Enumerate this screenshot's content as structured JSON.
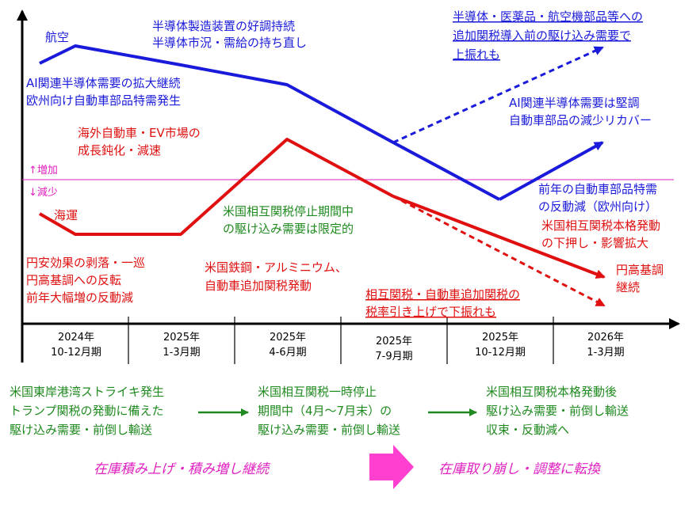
{
  "colors": {
    "air": "#1a1adb",
    "sea": "#e01010",
    "notes": "#1f8a1f",
    "trend": "#e020c0",
    "axis": "#000000"
  },
  "axis": {
    "periods": [
      [
        "2024年",
        "10-12月期"
      ],
      [
        "2025年",
        "1-3月期"
      ],
      [
        "2025年",
        "4-6月期"
      ],
      [
        "2025年",
        "7-9月期"
      ],
      [
        "2025年",
        "10-12月期"
      ],
      [
        "2026年",
        "1-3月期"
      ]
    ],
    "increase_label": "↑増加",
    "decrease_label": "↓減少"
  },
  "series": {
    "air_label": "航空",
    "sea_label": "海運"
  },
  "annotations": {
    "blue_semicon": [
      "半導体製造装置の好調持続",
      "半導体市況・需給の持ち直し"
    ],
    "blue_ai": [
      "AI関連半導体需要の拡大継続",
      "欧州向け自動車部品特需発生"
    ],
    "blue_upside": [
      "半導体・医薬品・航空機部品等への",
      "追加関税導入前の駆け込み需要で",
      "上振れも"
    ],
    "blue_recovery": [
      "AI関連半導体需要は堅調",
      "自動車部品の減少リカバー"
    ],
    "blue_backlash": [
      "前年の自動車部品特需",
      "の反動減（欧州向け）"
    ],
    "red_overseas": [
      "海外自動車・EV市場の",
      "成長鈍化・減速"
    ],
    "red_yen": [
      "円安効果の剥落・一巡",
      "円高基調への反転",
      "前年大幅増の反動減"
    ],
    "red_steel": [
      "米国鉄鋼・アルミニウム、",
      "自動車追加関税発動"
    ],
    "red_full": [
      "米国相互関税本格発動",
      "の下押し・影響拡大"
    ],
    "red_strong_yen": [
      "円高基調",
      "継続"
    ],
    "red_downside": [
      "相互関税・自動車追加関税の",
      "税率引き上げで下振れも"
    ],
    "green_pause": [
      "米国相互関税停止期間中",
      "の駆け込み需要は限定的"
    ]
  },
  "bottom": {
    "box1": [
      "米国東岸港湾ストライキ発生",
      "トランプ関税の発動に備えた",
      "駆け込み需要・前倒し輸送"
    ],
    "box2": [
      "米国相互関税一時停止",
      "期間中（4月～7月末）の",
      "駆け込み需要・前倒し輸送"
    ],
    "box3": [
      "米国相互関税本格発動後",
      "駆け込み需要・前倒し輸送",
      "収束・反動減へ"
    ],
    "phase_left": "在庫積み上げ・積み増し継続",
    "phase_right": "在庫取り崩し・調整に転換"
  }
}
